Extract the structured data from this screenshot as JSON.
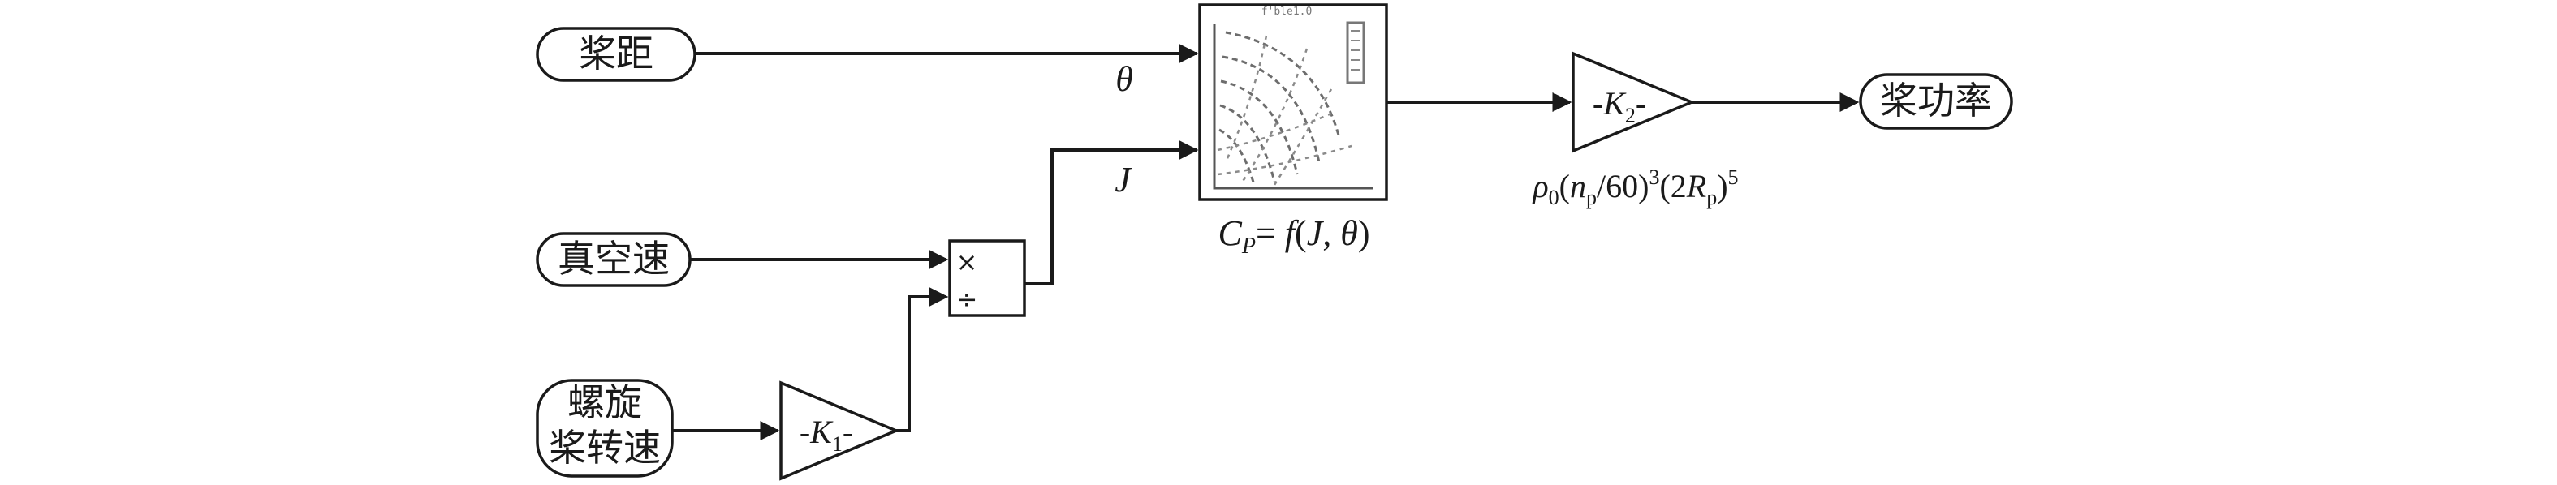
{
  "inputs": {
    "pitch": "桨距",
    "airspeed": "真空速",
    "prop_speed_line1": "螺旋",
    "prop_speed_line2": "桨转速"
  },
  "output": {
    "prop_power": "桨功率"
  },
  "signals": {
    "theta": "θ",
    "J": "J"
  },
  "product_block": {
    "multiply": "×",
    "divide": "÷"
  },
  "gain_k1": {
    "prefix": "-",
    "symbol": "K",
    "sub": "1",
    "suffix": "-"
  },
  "gain_k2": {
    "prefix": "-",
    "symbol": "K",
    "sub": "2",
    "suffix": "-"
  },
  "lookup": {
    "plot_title": "f'ble1.0",
    "label_c": "C",
    "label_p": "P",
    "label_eq": "= ",
    "label_f": "f",
    "label_open": "(",
    "label_J": "J",
    "label_comma": ", ",
    "label_theta": "θ",
    "label_close": ")"
  },
  "k2_expr": {
    "rho": "ρ",
    "rho_sub": "0",
    "open1": "(",
    "n": "n",
    "n_sub": "p",
    "div60": "/60)",
    "cube": "3",
    "open2": "(2",
    "R": "R",
    "R_sub": "p",
    "close2": ")",
    "fifth": "5"
  }
}
